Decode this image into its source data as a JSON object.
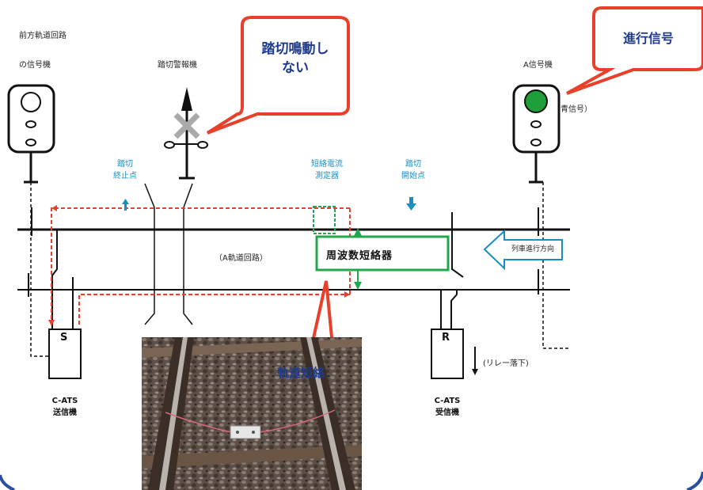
{
  "labels": {
    "forward_circuit": "前方軌道回路",
    "forward_signal": "の信号機",
    "crossing_alarm": "踏切警報機",
    "signal_a": "A信号機",
    "blue_signal": "青信号）",
    "crossing_end": "踏切\n終止点",
    "short_current_meter": "短絡電流\n測定器",
    "crossing_start": "踏切\n開始点",
    "a_track_circuit": "（A軌道回路）",
    "train_direction": "列車進行方向",
    "relay_drop": "(リレー落下)",
    "transmitter": "C-ATS\n送信機",
    "receiver": "C-ATS\n受信機",
    "relay_s": "S",
    "relay_r": "R"
  },
  "callouts": {
    "no_alarm": "踏切鳴動し\nない",
    "proceed_signal": "進行信号",
    "track_short": "軌道短絡"
  },
  "box": {
    "shorting_device": "周波数短絡器"
  },
  "colors": {
    "callout_border": "#e8402a",
    "callout_text": "#1e3a8a",
    "box_border": "#22a84a",
    "dashed_path": "#e8402a",
    "blue_arrow": "#1a8fbf",
    "green_lamp": "#1f9e3a",
    "frame_blue": "#2b4fa0"
  }
}
